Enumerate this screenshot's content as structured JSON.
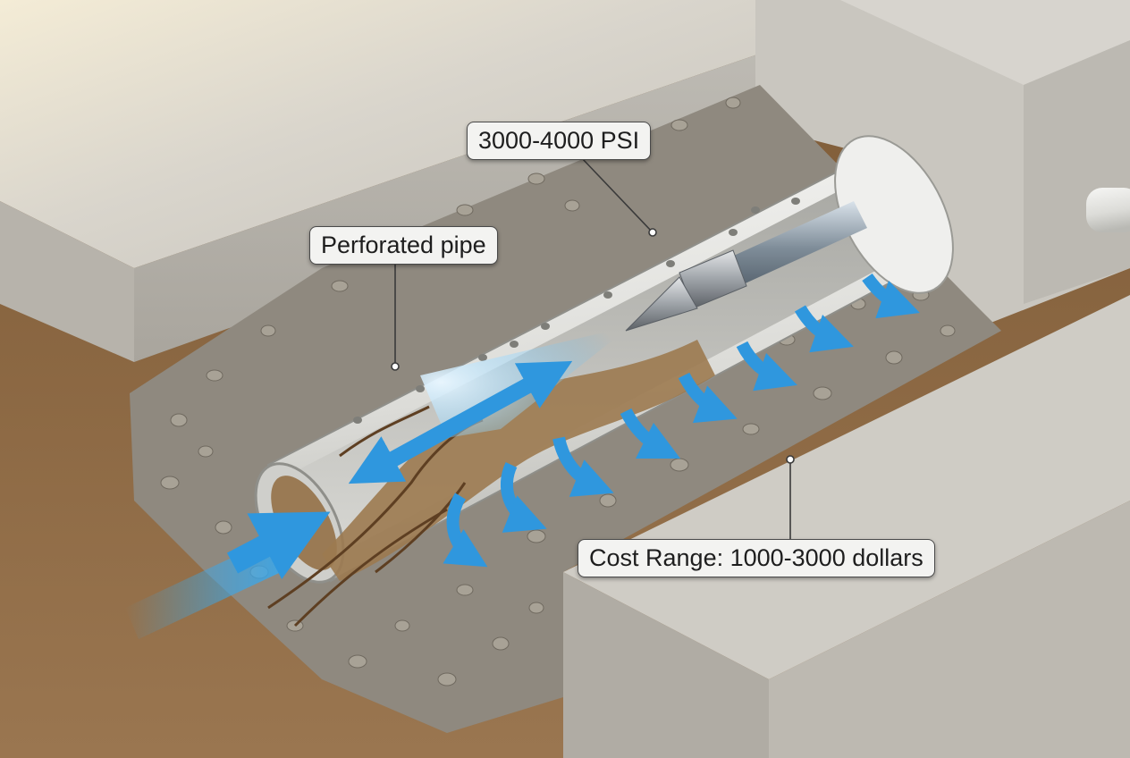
{
  "labels": {
    "pressure": "3000-4000 PSI",
    "pipe": "Perforated pipe",
    "cost": "Cost Range: 1000-3000 dollars"
  },
  "colors": {
    "water_arrow": "#3aa7ea",
    "concrete": "#c8c6c0",
    "gravel": "#9a948a",
    "soil": "#8a6640",
    "pipe": "#e8e8e6"
  }
}
